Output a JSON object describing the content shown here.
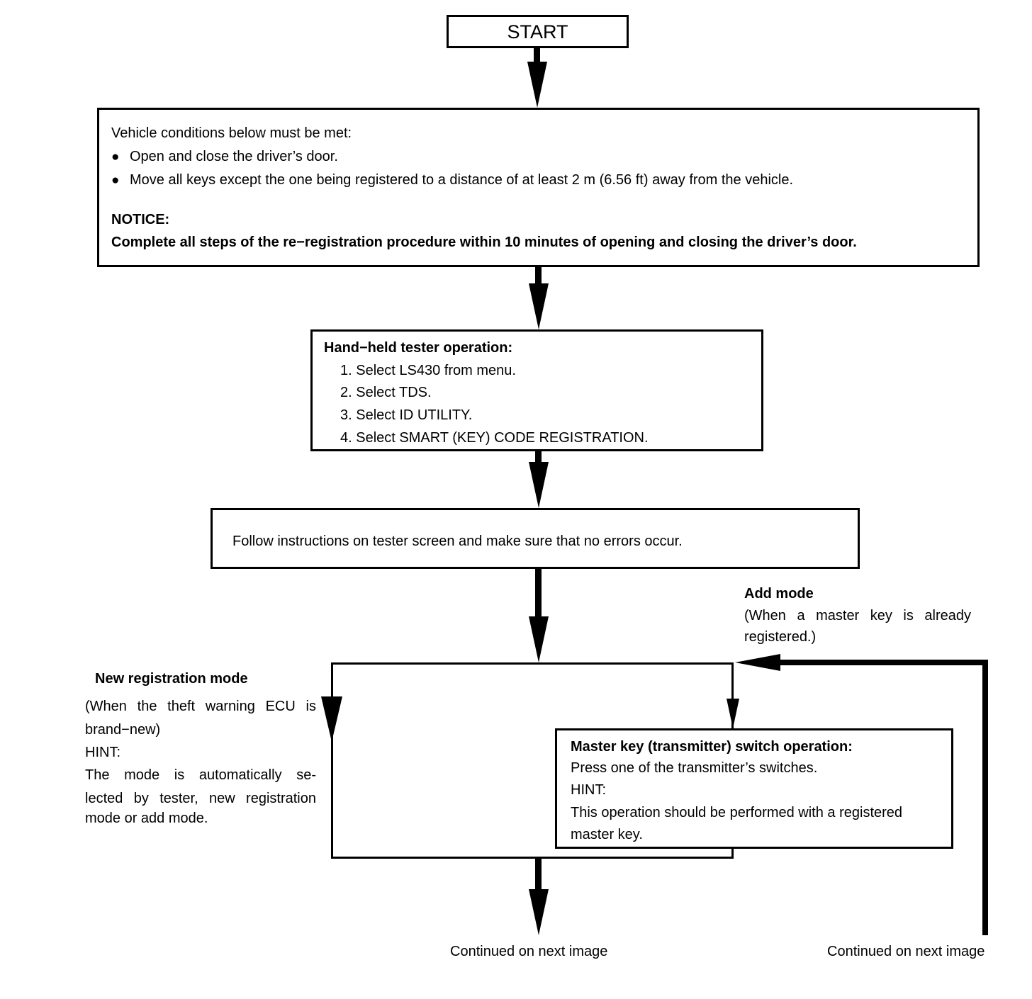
{
  "flowchart": {
    "colors": {
      "ink": "#000000",
      "background": "#ffffff"
    },
    "icons": {
      "bullet_icon": "●"
    },
    "start": {
      "label": "START"
    },
    "vehicle_conditions_box": {
      "intro": "Vehicle conditions below must be met:",
      "bullets": [
        "Open and close the driver’s door.",
        "Move all keys except the one being registered to a distance of at least 2 m (6.56 ft) away from the vehicle."
      ],
      "notice_label": "NOTICE:",
      "notice_text": "Complete all steps of the re−registration procedure within 10 minutes of opening and closing the driver’s door."
    },
    "tester_operation_box": {
      "title": "Hand−held tester operation:",
      "steps": [
        "1. Select LS430 from menu.",
        "2. Select TDS.",
        "3. Select ID UTILITY.",
        "4. Select SMART (KEY) CODE REGISTRATION."
      ]
    },
    "follow_instructions_box": {
      "text": "Follow instructions on tester screen and make sure that no errors occur."
    },
    "add_mode_label": {
      "title": "Add mode",
      "lines": [
        "(When a master key is already",
        "registered.)"
      ]
    },
    "new_registration_label": {
      "title": "New registration mode",
      "lines": [
        "(When the theft warning ECU is",
        "brand−new)",
        "HINT:",
        "The mode is automatically se-",
        "lected by tester, new registration",
        "mode or add mode."
      ]
    },
    "master_key_box": {
      "title": "Master key (transmitter) switch operation:",
      "lines": [
        "Press one of the transmitter’s switches.",
        "HINT:",
        "This operation should be performed with a registered",
        "master key."
      ]
    },
    "continued_left": "Continued on next image",
    "continued_right": "Continued on next image"
  }
}
